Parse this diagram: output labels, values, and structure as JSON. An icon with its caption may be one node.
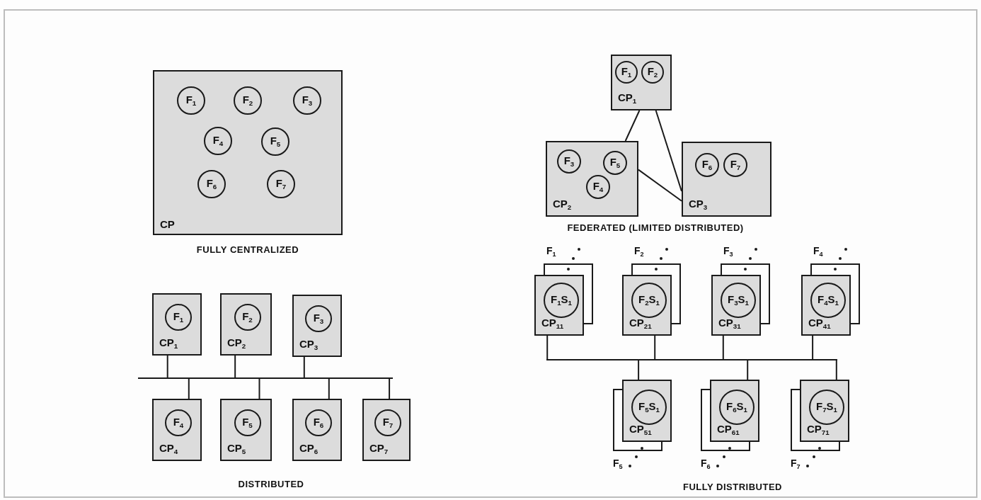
{
  "diagram": {
    "nodes": [
      {
        "text": [
          "CP"
        ]
      },
      {
        "text": [
          "F$_{1}$"
        ],
        "in": 0
      },
      {
        "text": [
          "F$_{2}$"
        ],
        "in": 0
      },
      {
        "text": [
          "F$_{3}$"
        ],
        "in": 0
      },
      {
        "text": [
          "F$_{4}$"
        ],
        "in": 0
      },
      {
        "text": [
          "F$_{5}$"
        ],
        "in": 0
      },
      {
        "text": [
          "F$_{6}$"
        ],
        "in": 0
      },
      {
        "text": [
          "F$_{7}$"
        ],
        "in": 0
      },
      {
        "text": [
          "CP$_{1}$"
        ]
      },
      {
        "text": [
          "F$_{1}$"
        ],
        "in": 8
      },
      {
        "text": [
          "CP$_{2}$"
        ]
      },
      {
        "text": [
          "F$_{2}$"
        ],
        "in": 10
      },
      {
        "text": [
          "CP$_{3}$"
        ]
      },
      {
        "text": [
          "F$_{3}$"
        ],
        "in": 12
      },
      {
        "text": [],
        "shape": "bar"
      },
      {
        "text": [
          "CP$_{4}$"
        ]
      },
      {
        "text": [
          "F$_{4}$"
        ],
        "in": 15
      },
      {
        "text": [
          "CP$_{5}$"
        ]
      },
      {
        "text": [
          "F$_{5}$"
        ],
        "in": 17
      },
      {
        "text": [
          "CP$_{6}$"
        ]
      },
      {
        "text": [
          "F$_{6}$"
        ],
        "in": 19
      },
      {
        "text": [
          "CP$_{7}$"
        ]
      },
      {
        "text": [
          "F$_{7}$"
        ],
        "in": 21
      },
      {
        "text": [
          "CP$_{1}$"
        ]
      },
      {
        "text": [
          "F$_{1}$"
        ],
        "in": 23
      },
      {
        "text": [
          "F$_{2}$"
        ],
        "in": 23
      },
      {
        "text": [
          "CP$_{2}$"
        ]
      },
      {
        "text": [
          "F$_{3}$"
        ],
        "in": 26
      },
      {
        "text": [
          "F$_{5}$"
        ],
        "in": 26
      },
      {
        "text": [
          "F$_{4}$"
        ],
        "in": 26
      },
      {
        "text": [
          "CP$_{3}$"
        ]
      },
      {
        "text": [
          "F$_{6}$"
        ],
        "in": 30
      },
      {
        "text": [
          "F$_{7}$"
        ],
        "in": 30
      },
      {
        "text": [
          "CP$_{11}$"
        ],
        "beside": [
          "F$_{1}$"
        ]
      },
      {
        "text": [
          "F$_{1}$S$_{1}$"
        ],
        "in": 33
      },
      {
        "text": [
          "CP$_{21}$"
        ],
        "beside": [
          "F$_{2}$"
        ]
      },
      {
        "text": [
          "F$_{2}$S$_{1}$"
        ],
        "in": 35
      },
      {
        "text": [
          "CP$_{31}$"
        ],
        "beside": [
          "F$_{3}$"
        ]
      },
      {
        "text": [
          "F$_{3}$S$_{1}$"
        ],
        "in": 37
      },
      {
        "text": [
          "CP$_{41}$"
        ],
        "beside": [
          "F$_{4}$"
        ]
      },
      {
        "text": [
          "F$_{4}$S$_{1}$"
        ],
        "in": 39
      },
      {
        "text": [],
        "shape": "bar"
      },
      {
        "text": [
          "CP$_{51}$"
        ],
        "beside": [
          "F$_{5}$"
        ]
      },
      {
        "text": [
          "F$_{5}$S$_{1}$"
        ],
        "in": 42
      },
      {
        "text": [
          "CP$_{61}$"
        ],
        "beside": [
          "F$_{6}$"
        ]
      },
      {
        "text": [
          "F$_{6}$S$_{1}$"
        ],
        "in": 44
      },
      {
        "text": [
          "CP$_{71}$"
        ],
        "beside": [
          "F$_{7}$"
        ]
      },
      {
        "text": [
          "F$_{7}$S$_{1}$"
        ],
        "in": 46
      }
    ],
    "edges": [
      {
        "from": 8,
        "to": 14,
        "arrow": "none"
      },
      {
        "from": 10,
        "to": 14,
        "arrow": "none"
      },
      {
        "from": 12,
        "to": 14,
        "arrow": "none"
      },
      {
        "from": 15,
        "to": 14,
        "arrow": "none"
      },
      {
        "from": 17,
        "to": 14,
        "arrow": "none"
      },
      {
        "from": 19,
        "to": 14,
        "arrow": "none"
      },
      {
        "from": 21,
        "to": 14,
        "arrow": "none"
      },
      {
        "from": 23,
        "to": 26,
        "arrow": "none"
      },
      {
        "from": 23,
        "to": 30,
        "arrow": "none"
      },
      {
        "from": 26,
        "to": 30,
        "arrow": "none"
      },
      {
        "from": 33,
        "to": 41,
        "arrow": "none"
      },
      {
        "from": 35,
        "to": 41,
        "arrow": "none"
      },
      {
        "from": 37,
        "to": 41,
        "arrow": "none"
      },
      {
        "from": 39,
        "to": 41,
        "arrow": "none"
      },
      {
        "from": 42,
        "to": 41,
        "arrow": "none"
      },
      {
        "from": 44,
        "to": 41,
        "arrow": "none"
      },
      {
        "from": 46,
        "to": 41,
        "arrow": "none"
      }
    ],
    "labels": [
      "FULLY CENTRALIZED",
      "FEDERATED (LIMITED DISTRIBUTED)",
      "DISTRIBUTED",
      "FULLY DISTRIBUTED"
    ]
  }
}
